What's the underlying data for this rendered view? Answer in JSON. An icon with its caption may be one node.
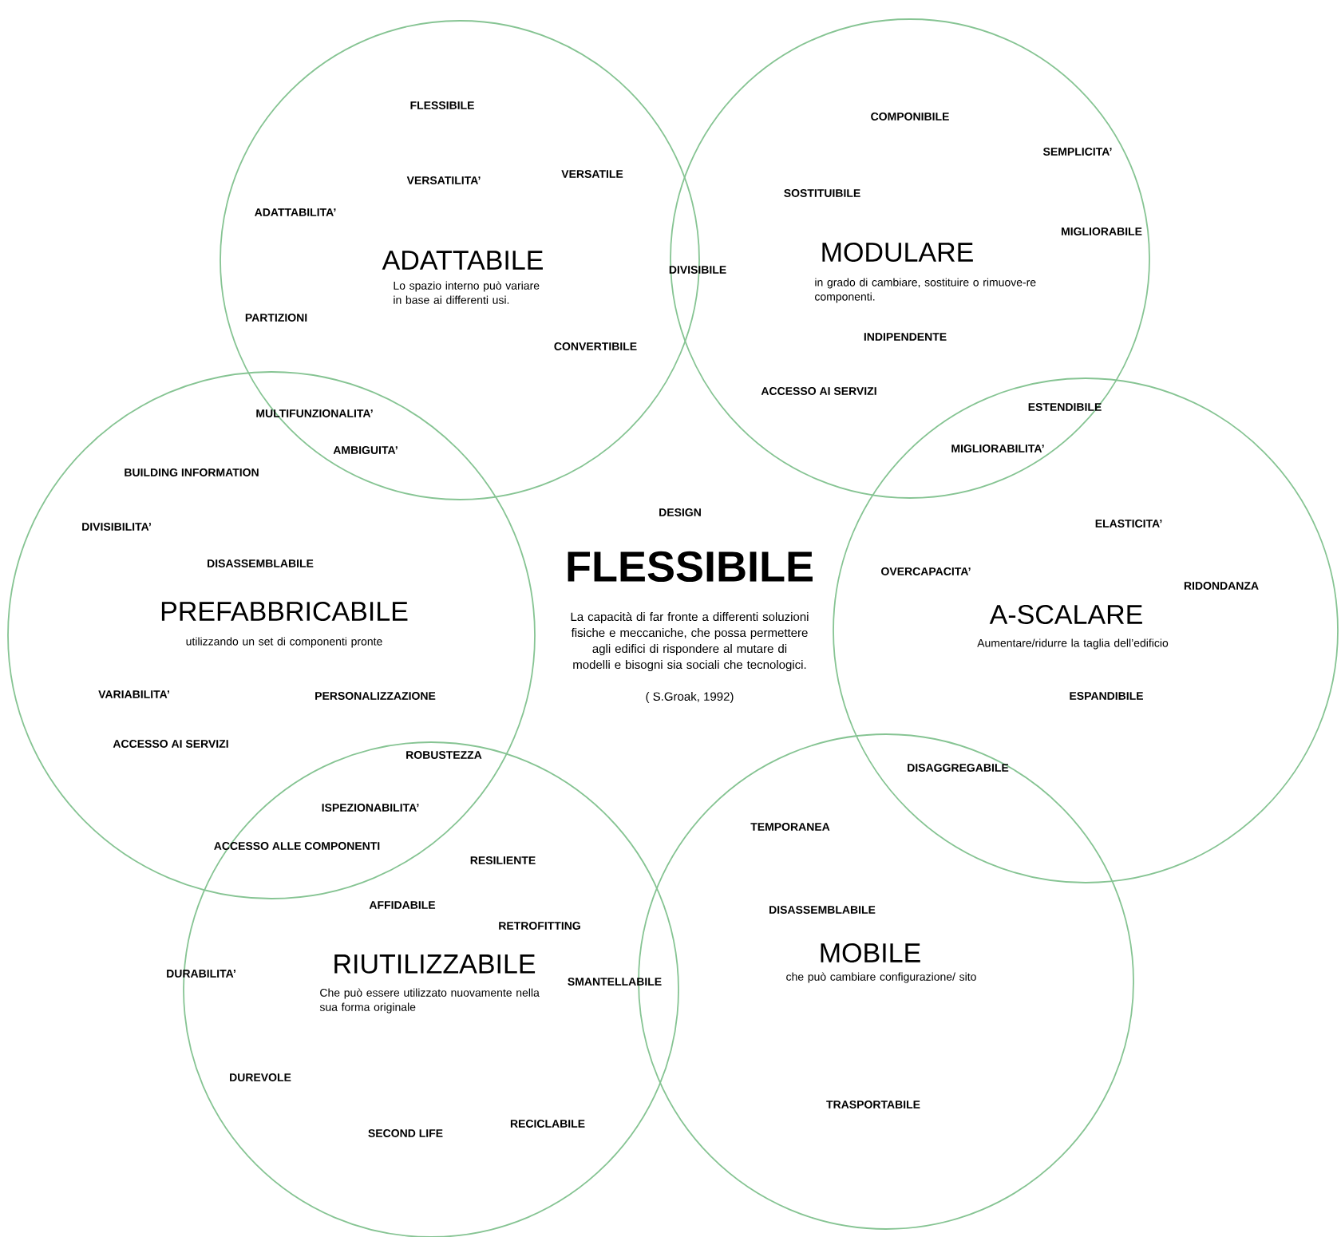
{
  "diagram": {
    "nodes": [
      {
        "text": [
          "ADATTABILE",
          "Lo spazio interno può variare in base ai differenti usi."
        ]
      },
      {
        "text": [
          "MODULARE",
          "in grado di cambiare, sostituire o rimuove-re componenti."
        ]
      },
      {
        "text": [
          "PREFABBRICABILE",
          "utilizzando un set di componenti pronte"
        ]
      },
      {
        "text": [
          "A-SCALARE",
          "Aumentare/ridurre la taglia dell’edificio"
        ]
      },
      {
        "text": [
          "RIUTILIZZABILE",
          "Che può essere utilizzato nuovamente nella sua forma originale"
        ]
      },
      {
        "text": [
          "MOBILE",
          "che può cambiare configurazione/ sito"
        ]
      }
    ],
    "labels": [
      "FLESSIBILE",
      "VERSATILITA’",
      "VERSATILE",
      "COMPONIBILE",
      "SEMPLICITA’",
      "ADATTABILITA’",
      "SOSTITUIBILE",
      "MIGLIORABILE",
      "DIVISIBILE",
      "PARTIZIONI",
      "INDIPENDENTE",
      "CONVERTIBILE",
      "ACCESSO AI SERVIZI",
      "ESTENDIBILE",
      "MULTIFUNZIONALITA’",
      "AMBIGUITA’",
      "MIGLIORABILITA’",
      "BUILDING INFORMATION",
      "DESIGN",
      "DIVISIBILITA’",
      "ELASTICITA’",
      "DISASSEMBLABILE",
      "FLESSIBILE",
      "La capacità di far fronte a differenti soluzioni fisiche e meccaniche, che possa permettere agli edifici di rispondere al mutare di modelli e bisogni sia sociali che tecnologici.",
      "( S.Groak, 1992)",
      "OVERCAPACITA’",
      "RIDONDANZA",
      "VARIABILITA’",
      "PERSONALIZZAZIONE",
      "ACCESSO AI SERVIZI",
      "ESPANDIBILE",
      "ROBUSTEZZA",
      "DISAGGREGABILE",
      "ISPEZIONABILITA’",
      "TEMPORANEA",
      "ACCESSO ALLE COMPONENTI",
      "RESILIENTE",
      "AFFIDABILE",
      "DISASSEMBLABILE",
      "RETROFITTING",
      "DURABILITA’",
      "SMANTELLABILE",
      "DUREVOLE",
      "RECICLABILE",
      "SECOND LIFE",
      "TRASPORTABILE"
    ]
  }
}
